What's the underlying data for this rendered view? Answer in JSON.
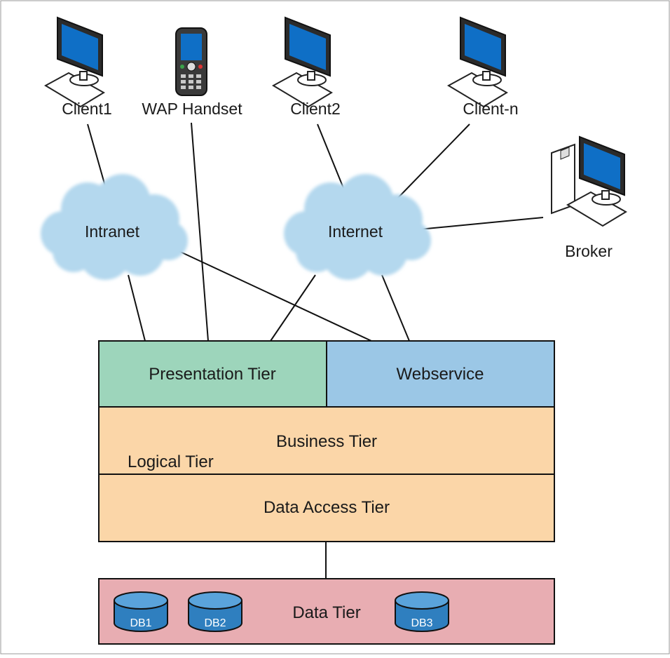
{
  "nodes": {
    "client1": "Client1",
    "wap": "WAP Handset",
    "client2": "Client2",
    "clientn": "Client-n",
    "broker": "Broker"
  },
  "clouds": {
    "intranet": "Intranet",
    "internet": "Internet"
  },
  "tiers": {
    "presentation": "Presentation Tier",
    "webservice": "Webservice",
    "business": "Business Tier",
    "logical": "Logical Tier",
    "data_access": "Data Access Tier",
    "data": "Data Tier"
  },
  "databases": [
    "DB1",
    "DB2",
    "DB3"
  ],
  "colors": {
    "presentation": "#9dd5bb",
    "webservice": "#9bc7e6",
    "logical": "#fbd6a8",
    "data_tier": "#e8adb2",
    "cloud": "#b4d8ee",
    "database": "#2f7fbf",
    "monitor_screen": "#0f6fc6"
  },
  "icons": [
    "monitor-icon",
    "mobile-phone-icon",
    "desktop-tower-icon",
    "cloud-icon",
    "database-icon"
  ]
}
